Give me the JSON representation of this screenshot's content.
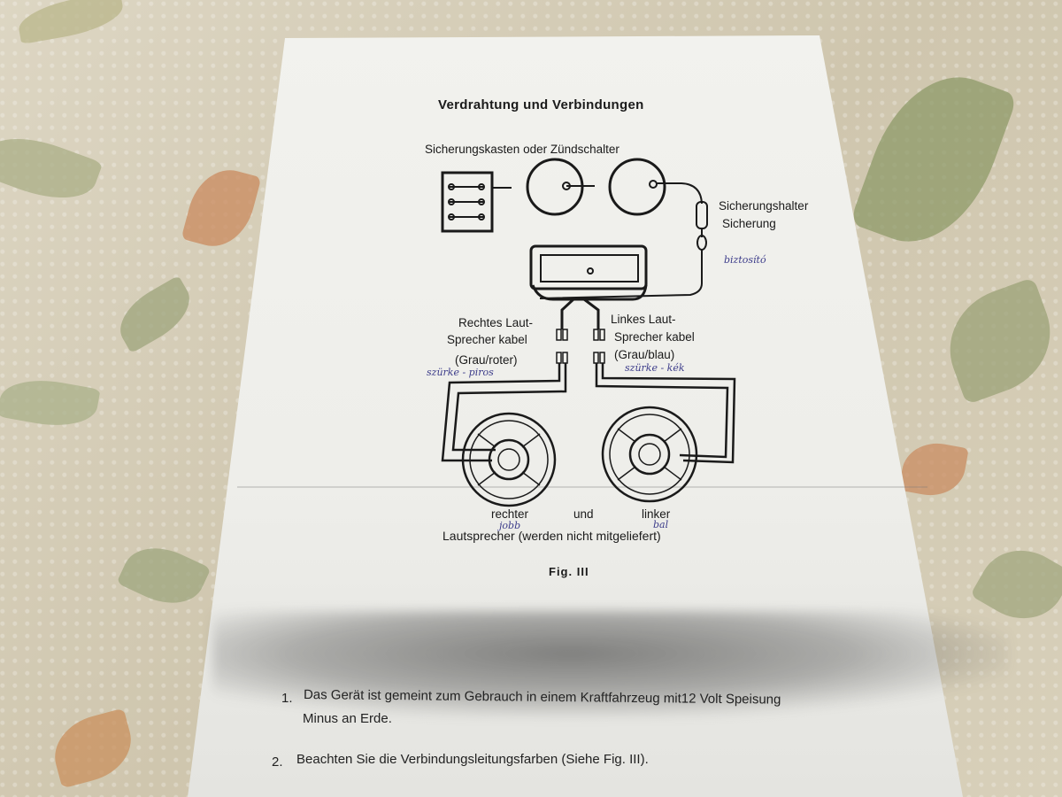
{
  "document": {
    "title": "Verdrahtung und Verbindungen",
    "fuse_box_label": "Sicherungskasten oder Zündschalter",
    "fuse_holder_label": "Sicherungshalter",
    "fuse_label": "Sicherung",
    "right_cable": {
      "line1": "Rechtes Laut-",
      "line2": "Sprecher kabel",
      "line3": "(Grau/roter)"
    },
    "left_cable": {
      "line1": "Linkes Laut-",
      "line2": "Sprecher kabel",
      "line3": "(Grau/blau)"
    },
    "speaker_right": "rechter",
    "speaker_and": "und",
    "speaker_left": "linker",
    "speakers_caption": "Lautsprecher (werden nicht mitgeliefert)",
    "figure_label": "Fig. III",
    "handwriting": {
      "fuse_note": "biztosító",
      "right_note": "szürke - piros",
      "left_note": "szürke - kék",
      "right_speaker_note": "jobb",
      "left_speaker_note": "bal"
    },
    "instructions": [
      {
        "number": "1.",
        "line1": "Das Gerät ist gemeint zum Gebrauch in einem Kraftfahrzeug mit12 Volt Speisung",
        "line2": "Minus an Erde."
      },
      {
        "number": "2.",
        "line1": "Beachten Sie die Verbindungsleitungsfarben (Siehe Fig. III).",
        "line2": ""
      }
    ]
  }
}
